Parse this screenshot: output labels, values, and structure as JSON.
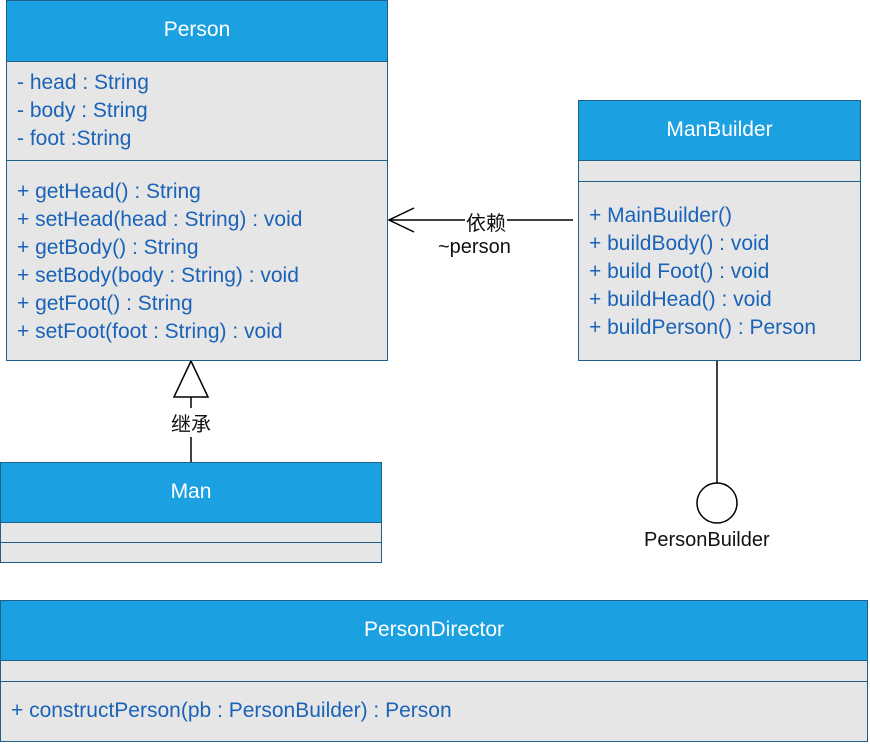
{
  "person": {
    "title": "Person",
    "attributes": [
      "- head : String",
      "- body : String",
      "- foot :String"
    ],
    "methods": [
      "+ getHead() : String",
      "+ setHead(head : String) : void",
      "+ getBody() : String",
      "+ setBody(body : String) : void",
      "+ getFoot() : String",
      "+ setFoot(foot : String) : void"
    ]
  },
  "man_builder": {
    "title": "ManBuilder",
    "methods": [
      "+ MainBuilder()",
      "+ buildBody() : void",
      "+ build Foot() : void",
      "+ buildHead() : void",
      "+ buildPerson() : Person"
    ]
  },
  "man": {
    "title": "Man"
  },
  "person_director": {
    "title": "PersonDirector",
    "methods": [
      "+ constructPerson(pb : PersonBuilder) : Person"
    ]
  },
  "relations": {
    "dependency_label": "依赖",
    "dependency_role": "~person",
    "inheritance_label": "继承",
    "interface_name": "PersonBuilder"
  },
  "colors": {
    "header_fill": "#1ba1e2",
    "body_fill": "#e6e6e6",
    "border": "#1f5f8a",
    "member_text": "#1a63b8"
  }
}
